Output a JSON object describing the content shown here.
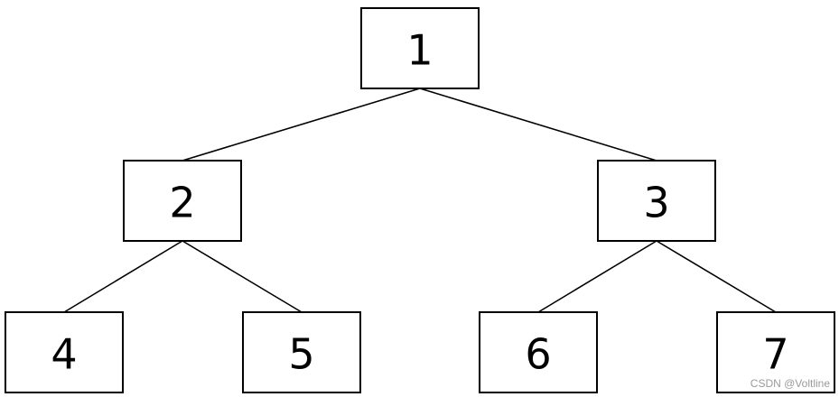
{
  "tree": {
    "nodes": [
      {
        "id": "1",
        "label": "1"
      },
      {
        "id": "2",
        "label": "2"
      },
      {
        "id": "3",
        "label": "3"
      },
      {
        "id": "4",
        "label": "4"
      },
      {
        "id": "5",
        "label": "5"
      },
      {
        "id": "6",
        "label": "6"
      },
      {
        "id": "7",
        "label": "7"
      }
    ],
    "edges": [
      {
        "from": "1",
        "to": "2"
      },
      {
        "from": "1",
        "to": "3"
      },
      {
        "from": "2",
        "to": "4"
      },
      {
        "from": "2",
        "to": "5"
      },
      {
        "from": "3",
        "to": "6"
      },
      {
        "from": "3",
        "to": "7"
      }
    ]
  },
  "watermark": "CSDN @Voltline"
}
